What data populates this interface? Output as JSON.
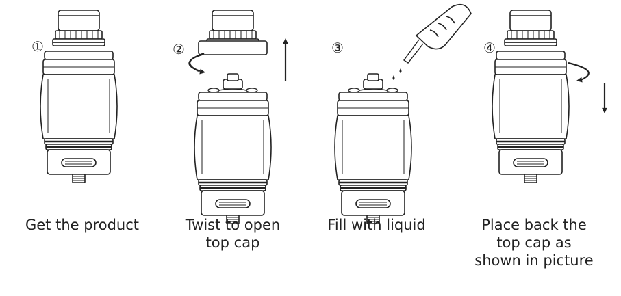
{
  "steps": [
    {
      "number": "①",
      "caption": "Get the product"
    },
    {
      "number": "②",
      "caption": "Twist to open\ntop cap"
    },
    {
      "number": "③",
      "caption": "Fill with liquid"
    },
    {
      "number": "④",
      "caption": "Place back the\ntop cap as\nshown in picture"
    }
  ],
  "colors": {
    "line": "#222222",
    "background": "#ffffff"
  }
}
